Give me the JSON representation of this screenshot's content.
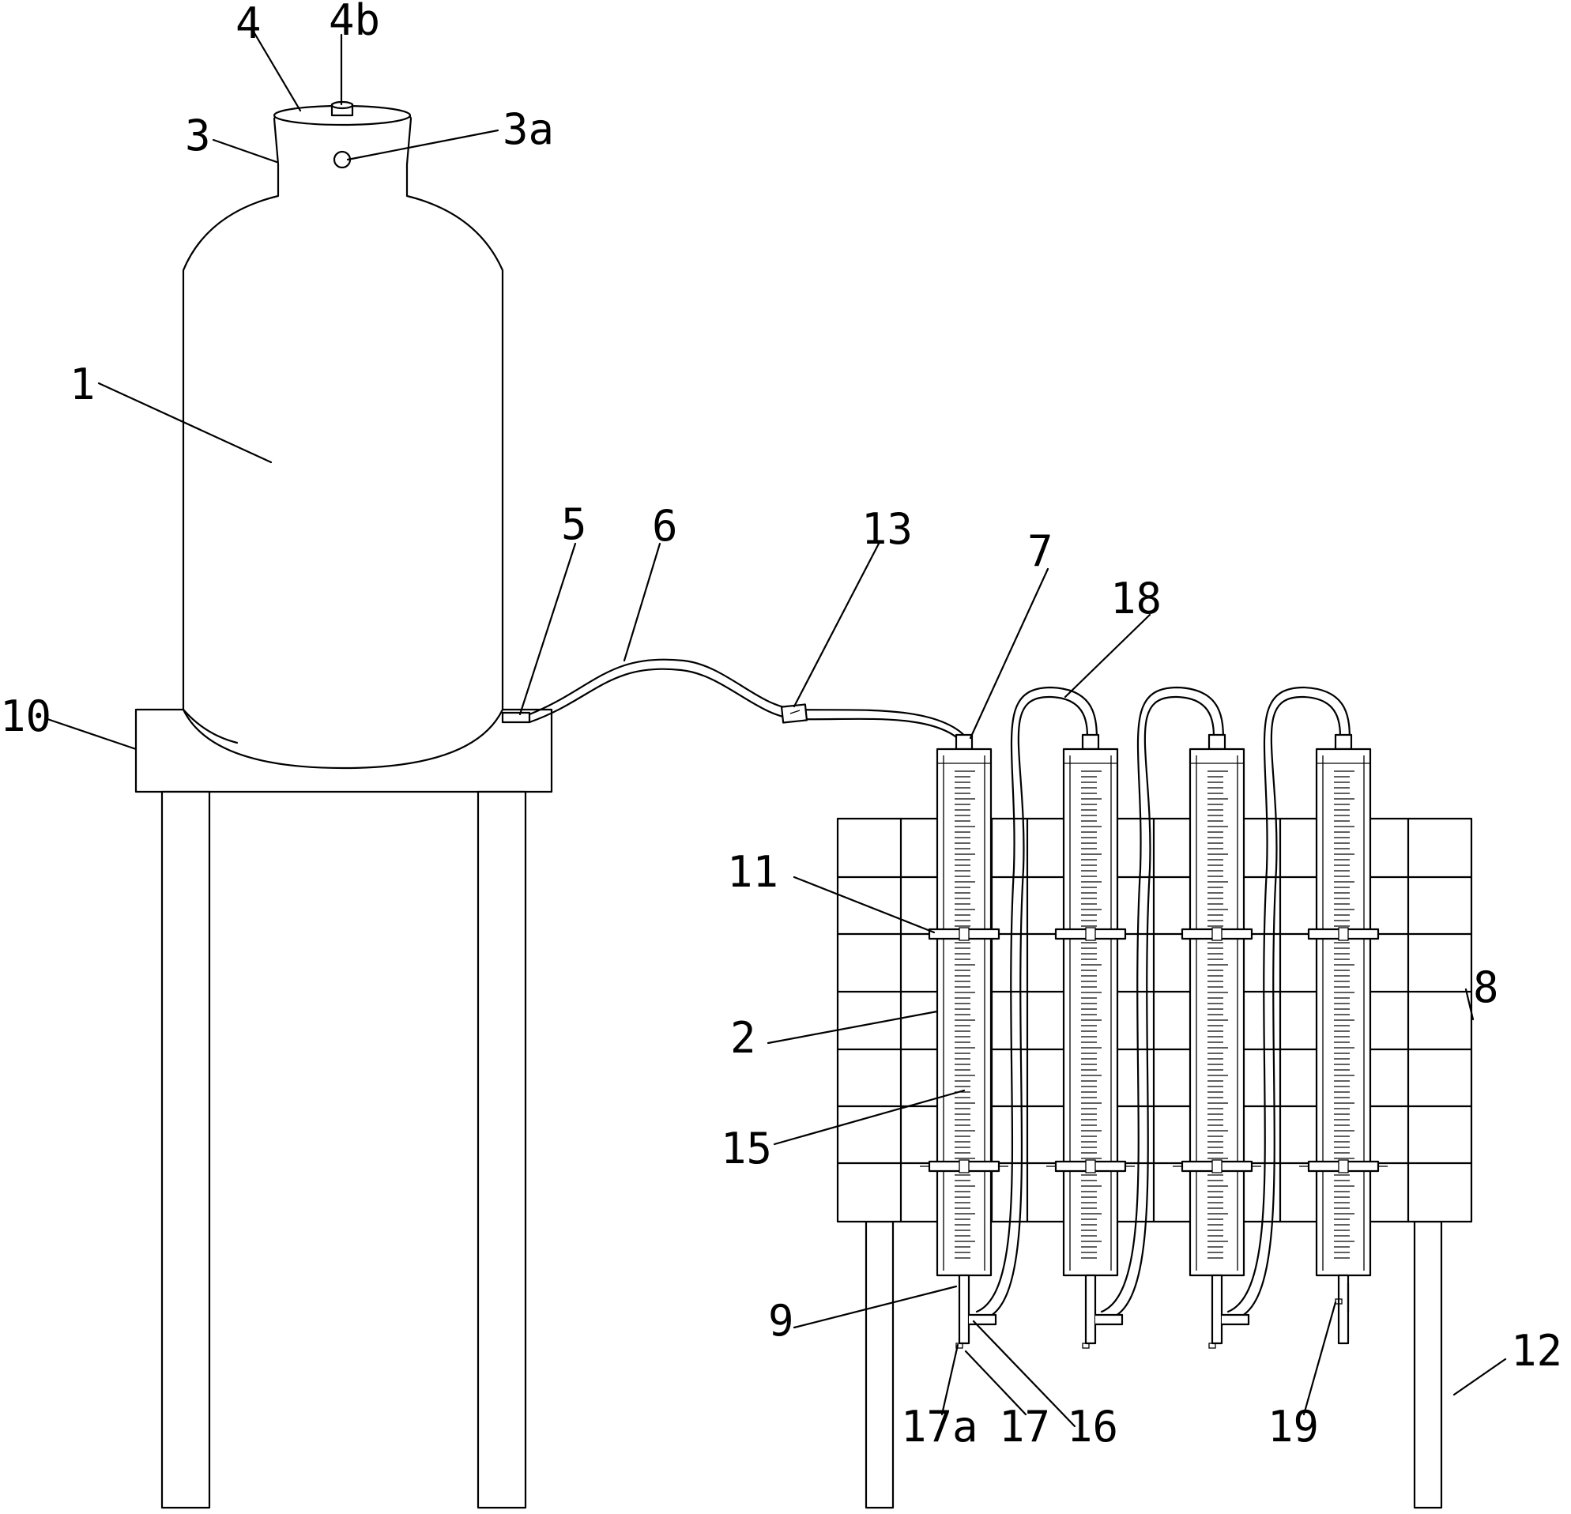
{
  "labels": {
    "l1": "1",
    "l2": "2",
    "l3": "3",
    "l3a": "3a",
    "l4": "4",
    "l4b": "4b",
    "l5": "5",
    "l6": "6",
    "l7": "7",
    "l8": "8",
    "l9": "9",
    "l10": "10",
    "l11": "11",
    "l12": "12",
    "l13": "13",
    "l15": "15",
    "l16": "16",
    "l17": "17",
    "l17a": "17a",
    "l18": "18",
    "l19": "19"
  }
}
